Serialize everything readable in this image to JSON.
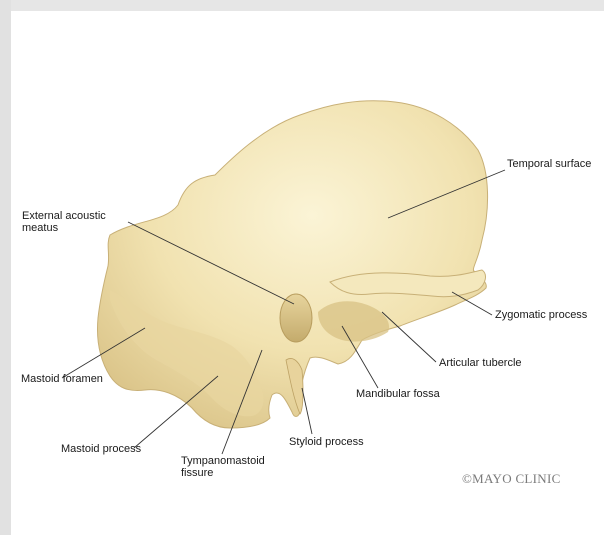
{
  "figure": {
    "labels": {
      "temporal_surface": "Temporal surface",
      "external_acoustic_meatus": "External acoustic\nmeatus",
      "zygomatic_process": "Zygomatic process",
      "articular_tubercle": "Articular tubercle",
      "mastoid_foramen": "Mastoid foramen",
      "mandibular_fossa": "Mandibular fossa",
      "styloid_process": "Styloid process",
      "mastoid_process": "Mastoid process",
      "tympanomastoid_fissure": "Tympanomastoid\nfissure"
    },
    "credit": "©MAYO CLINIC",
    "colors": {
      "bone_base": "#f2e6b8",
      "bone_shadow": "#c9b37a",
      "bone_highlight": "#fbf5dc",
      "leader_line": "#333333"
    }
  }
}
